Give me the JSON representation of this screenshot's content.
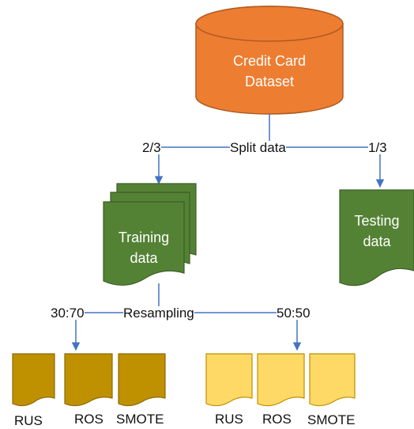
{
  "dataset": {
    "line1": "Credit Card",
    "line2": "Dataset"
  },
  "split": {
    "label": "Split data",
    "train_ratio": "2/3",
    "test_ratio": "1/3"
  },
  "training": {
    "line1": "Training",
    "line2": "data"
  },
  "testing": {
    "line1": "Testing",
    "line2": "data"
  },
  "resampling": {
    "label": "Resampling",
    "left_ratio": "30:70",
    "right_ratio": "50:50"
  },
  "groups": {
    "left": {
      "items": [
        "RUS",
        "ROS",
        "SMOTE"
      ]
    },
    "right": {
      "items": [
        "RUS",
        "ROS",
        "SMOTE"
      ]
    }
  },
  "colors": {
    "dataset_fill": "#ED7D31",
    "dataset_stroke": "#AE5A21",
    "doc_green": "#548235",
    "doc_green_stroke": "#3B5E26",
    "gold": "#BF9000",
    "gold_stroke": "#8C6A00",
    "light_yellow": "#FFD966",
    "light_yellow_stroke": "#BF9000",
    "connector": "#4472C4"
  }
}
